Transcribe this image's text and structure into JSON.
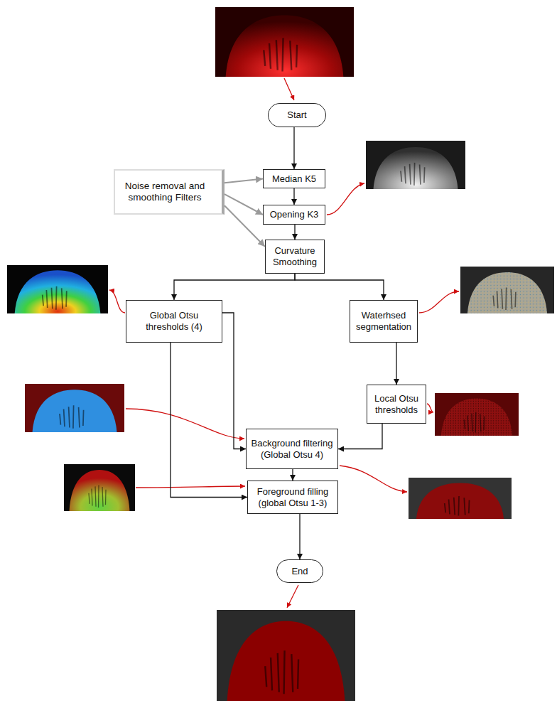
{
  "diagram": {
    "nodes": [
      {
        "text": [
          "Start"
        ]
      },
      {
        "text": [
          "Noise removal and smoothing Filters"
        ]
      },
      {
        "text": [
          "Median K5"
        ]
      },
      {
        "text": [
          "Opening K3"
        ]
      },
      {
        "text": [
          "Curvature Smoothing"
        ]
      },
      {
        "text": [
          "Global Otsu thresholds (4)"
        ]
      },
      {
        "text": [
          "Waterhsed segmentation"
        ]
      },
      {
        "text": [
          "Local Otsu thresholds"
        ]
      },
      {
        "text": [
          "Background filtering (Global Otsu 4)"
        ]
      },
      {
        "text": [
          "Foreground filling (global Otsu 1-3)"
        ]
      },
      {
        "text": [
          "End"
        ]
      }
    ],
    "edges": [
      {
        "from": 0,
        "to": 2,
        "arrow": "to"
      },
      {
        "from": 1,
        "to": 2,
        "arrow": "to"
      },
      {
        "from": 1,
        "to": 3,
        "arrow": "to"
      },
      {
        "from": 1,
        "to": 4,
        "arrow": "to"
      },
      {
        "from": 2,
        "to": 3,
        "arrow": "to"
      },
      {
        "from": 3,
        "to": 4,
        "arrow": "to"
      },
      {
        "from": 4,
        "to": 5,
        "arrow": "to"
      },
      {
        "from": 4,
        "to": 6,
        "arrow": "to"
      },
      {
        "from": 5,
        "to": 8,
        "arrow": "to"
      },
      {
        "from": 5,
        "to": 9,
        "arrow": "to"
      },
      {
        "from": 6,
        "to": 7,
        "arrow": "to"
      },
      {
        "from": 7,
        "to": 8,
        "arrow": "to"
      },
      {
        "from": 8,
        "to": 9,
        "arrow": "to"
      },
      {
        "from": 9,
        "to": 10,
        "arrow": "to"
      }
    ]
  }
}
